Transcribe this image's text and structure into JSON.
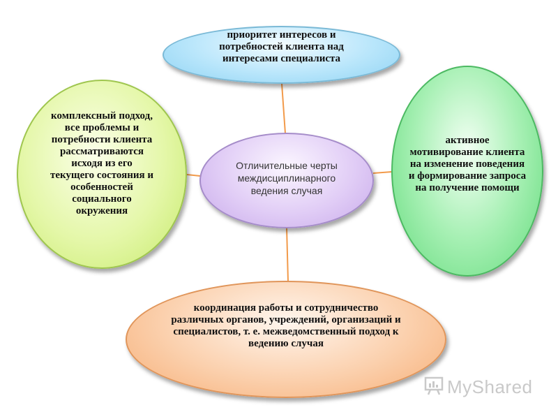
{
  "diagram": {
    "center": {
      "text": "Отличительные черты междисциплинарного ведения случая"
    },
    "top": {
      "text": "приоритет интересов и потребностей клиента над интересами специалиста"
    },
    "left": {
      "text": "комплексный подход, все проблемы и потребности клиента рассматриваются исходя из его текущего состояния и особенностей социального окружения"
    },
    "right": {
      "text": "активное мотивирование клиента на изменение поведения и формирование запроса на получение помощи"
    },
    "bottom": {
      "text": "координация работы и сотрудничество различных органов, учреждений, организаций и специалистов, т. е. межведомственный подход к ведению случая"
    }
  },
  "colors": {
    "connector": "#f29a4a"
  },
  "watermark": {
    "text": "MyShared",
    "icon": "presentation-board-icon"
  }
}
